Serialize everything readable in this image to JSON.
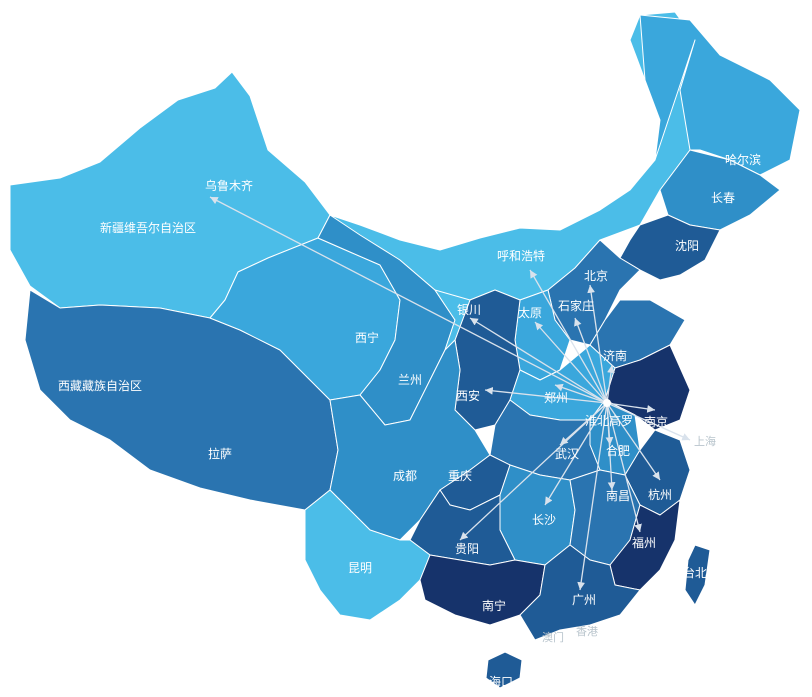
{
  "map": {
    "colors": {
      "lightest": "#4bbde8",
      "light": "#3aa7dc",
      "mid": "#2f8fc8",
      "midDark": "#2a74b0",
      "dark": "#1f5b96",
      "darkest": "#16336b",
      "flow": "#d9e2ec"
    },
    "hub": "淮北高罗",
    "labels": {
      "xinjiang": "新疆维吾尔自治区",
      "urumqi": "乌鲁木齐",
      "tibet": "西藏藏族自治区",
      "lhasa": "拉萨",
      "xining": "西宁",
      "lanzhou": "兰州",
      "yinchuan": "银川",
      "hohhot": "呼和浩特",
      "beijing": "北京",
      "taiyuan": "太原",
      "shijiazhuang": "石家庄",
      "jinan": "济南",
      "xian": "西安",
      "zhengzhou": "郑州",
      "hub": "淮北高罗",
      "nanjing": "南京",
      "shanghai": "上海",
      "wuhan": "武汉",
      "hefei": "合肥",
      "chengdu": "成都",
      "chongqing": "重庆",
      "nanchang": "南昌",
      "hangzhou": "杭州",
      "changsha": "长沙",
      "guiyang": "贵阳",
      "fuzhou": "福州",
      "taibei": "台北",
      "kunming": "昆明",
      "nanning": "南宁",
      "guangzhou": "广州",
      "aomen": "澳门",
      "xianggang": "香港",
      "haikou": "海口",
      "harbin": "哈尔滨",
      "changchun": "长春",
      "shenyang": "沈阳"
    }
  }
}
